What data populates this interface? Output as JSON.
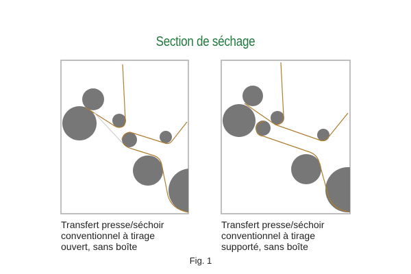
{
  "title": "Section de séchage",
  "panels": [
    {
      "caption_lines": [
        "Transfert presse/séchoir",
        "conventionnel à tirage",
        "ouvert, sans boîte"
      ]
    },
    {
      "caption_lines": [
        "Transfert presse/séchoir",
        "conventionnel à tirage",
        "supporté, sans boîte"
      ]
    }
  ],
  "figure_label": "Fig. 1",
  "colors": {
    "title": "#1f7a3c",
    "roll": "#777777",
    "felt": "#b07d2e",
    "frame": "#aaaaaa"
  }
}
